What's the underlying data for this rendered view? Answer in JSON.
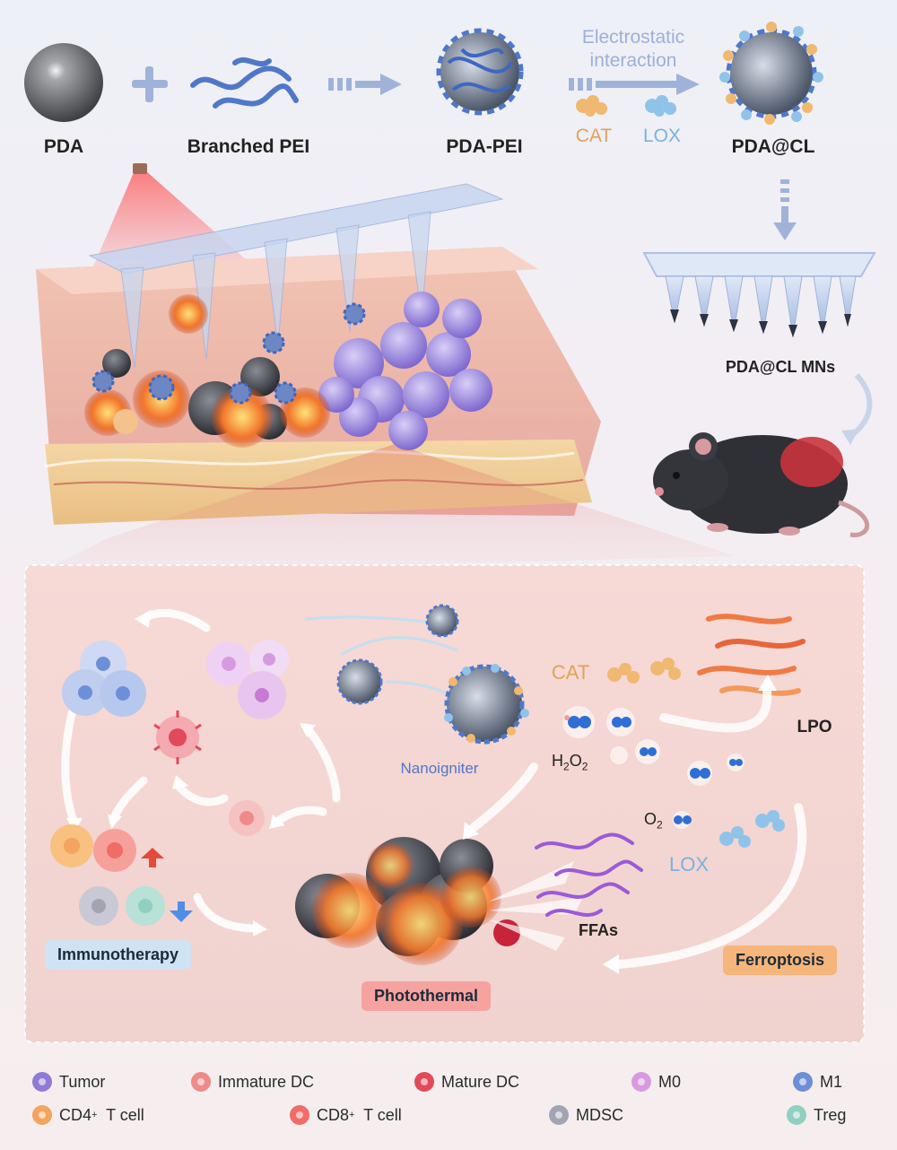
{
  "colors": {
    "pda": "#5d5f63",
    "pei": "#4f78c9",
    "cat": "#e2a35a",
    "lox": "#7ab2e0",
    "tumor": "#8f7bd6",
    "immature_dc": "#ef8a8a",
    "mature_dc": "#e24a5a",
    "m0": "#d79ae0",
    "m1": "#6d8fd8",
    "cd4": "#f3a45e",
    "cd8": "#ef6d66",
    "mdsc": "#a3a4b2",
    "treg": "#8fd0c2",
    "immunotherapy_pill": "#cfe3f4",
    "photothermal_pill": "#f6a3a0",
    "ferroptosis_pill": "#f6b57a"
  },
  "synthesis": {
    "pda_label": "PDA",
    "pei_label": "Branched PEI",
    "pda_pei_label": "PDA-PEI",
    "interaction_label_line1": "Electrostatic",
    "interaction_label_line2": "interaction",
    "cat_label": "CAT",
    "lox_label": "LOX",
    "pda_cl_label": "PDA@CL",
    "mns_label": "PDA@CL MNs"
  },
  "mechanism": {
    "nanoigniter_label": "Nanoigniter",
    "cat_label": "CAT",
    "h2o2_label": "H",
    "h2o2_sub1": "2",
    "h2o2_mid": "O",
    "h2o2_sub2": "2",
    "o2_label": "O",
    "o2_sub": "2",
    "lox_label": "LOX",
    "lpo_label": "LPO",
    "ffas_label": "FFAs",
    "immunotherapy_label": "Immunotherapy",
    "photothermal_label": "Photothermal",
    "ferroptosis_label": "Ferroptosis"
  },
  "legend": [
    {
      "key": "tumor",
      "label": "Tumor",
      "sup": ""
    },
    {
      "key": "immature_dc",
      "label": "Immature DC",
      "sup": ""
    },
    {
      "key": "mature_dc",
      "label": "Mature DC",
      "sup": ""
    },
    {
      "key": "m0",
      "label": "M0",
      "sup": ""
    },
    {
      "key": "m1",
      "label": "M1",
      "sup": ""
    },
    {
      "key": "cd4",
      "label": "CD4",
      "sup": "+",
      "tail": "  T cell"
    },
    {
      "key": "cd8",
      "label": "CD8",
      "sup": "+",
      "tail": "  T cell"
    },
    {
      "key": "mdsc",
      "label": "MDSC",
      "sup": ""
    },
    {
      "key": "treg",
      "label": "Treg",
      "sup": ""
    }
  ]
}
